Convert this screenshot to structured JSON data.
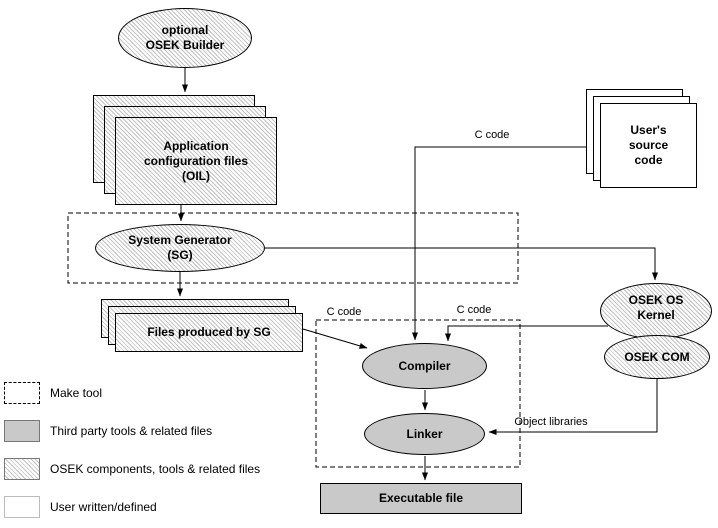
{
  "colors": {
    "gray_fill": "#c9c9c9",
    "hatch_line": "#c2c2c2",
    "border": "#000000",
    "background": "#ffffff"
  },
  "nodes": {
    "osek_builder": {
      "label": "optional\nOSEK Builder",
      "style": "osek-hatched"
    },
    "oil_files": {
      "label": "Application\nconfiguration files\n(OIL)",
      "style": "osek-hatched"
    },
    "system_generator": {
      "label": "System Generator\n(SG)",
      "style": "osek-hatched"
    },
    "files_produced": {
      "label": "Files produced by SG",
      "style": "osek-hatched"
    },
    "users_source": {
      "label": "User's\nsource\ncode",
      "style": "user-plain"
    },
    "osek_kernel": {
      "label": "OSEK OS\nKernel",
      "style": "osek-hatched"
    },
    "osek_com": {
      "label": "OSEK COM",
      "style": "osek-hatched"
    },
    "compiler": {
      "label": "Compiler",
      "style": "third-party-gray"
    },
    "linker": {
      "label": "Linker",
      "style": "third-party-gray"
    },
    "executable": {
      "label": "Executable file",
      "style": "third-party-gray"
    }
  },
  "edge_labels": {
    "c_code_files": "C code",
    "c_code_user": "C code",
    "c_code_kernel": "C code",
    "object_libraries": "Object libraries"
  },
  "legend": {
    "items": [
      {
        "label": "Make tool",
        "swatch": "dashed"
      },
      {
        "label": "Third party tools & related files",
        "swatch": "gray"
      },
      {
        "label": "OSEK components, tools & related files",
        "swatch": "hatched"
      },
      {
        "label": "User written/defined",
        "swatch": "plain"
      }
    ]
  }
}
